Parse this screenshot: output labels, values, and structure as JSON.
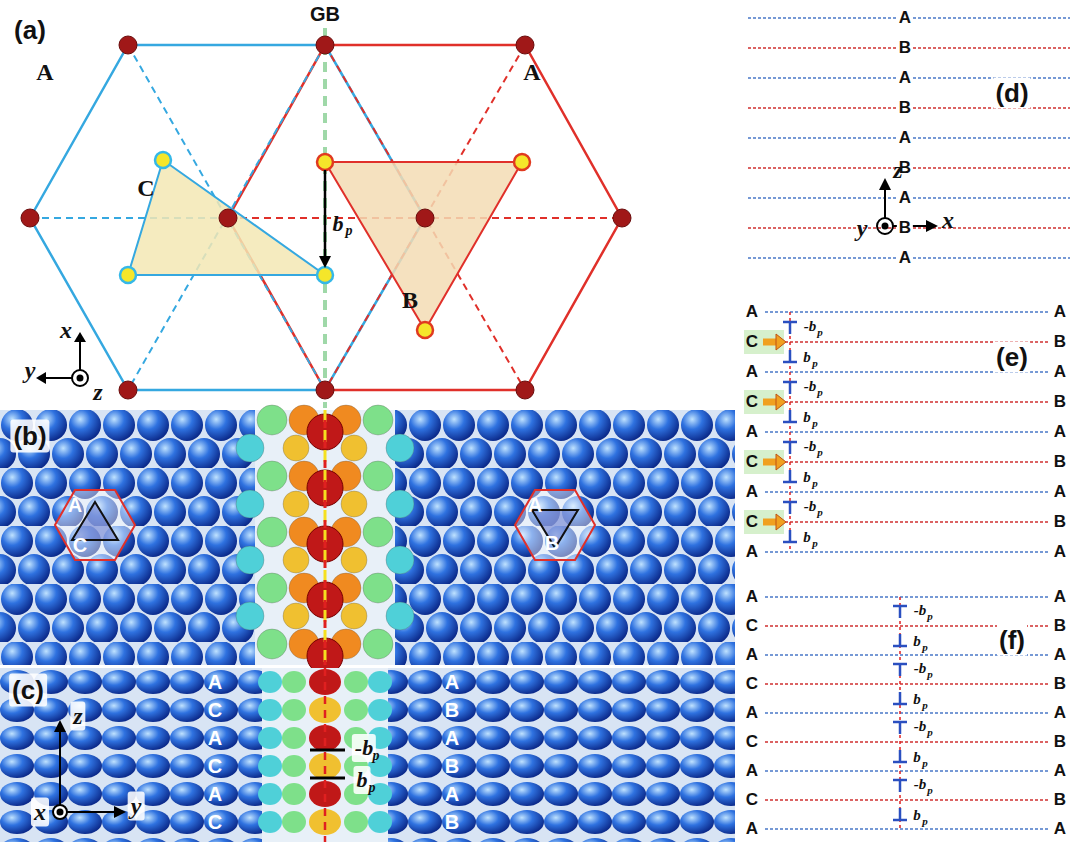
{
  "diagram": {
    "labels": [
      "(a)",
      "GB",
      "A",
      "C",
      "A",
      "b",
      "p",
      "B",
      "x",
      "y",
      "z",
      "(b)",
      "A",
      "C",
      "A",
      "B",
      "(c)",
      "A",
      "C",
      "A",
      "C",
      "A",
      "C",
      "A",
      "B",
      "A",
      "B",
      "A",
      "B",
      "-b",
      "p",
      "b",
      "p",
      "z",
      "x",
      "y",
      "A",
      "B",
      "A",
      "B",
      "A",
      "B",
      "A",
      "B",
      "A",
      "(d)",
      "z",
      "x",
      "y",
      "(e)",
      "A",
      "C",
      "A",
      "C",
      "A",
      "C",
      "A",
      "C",
      "A",
      "A",
      "B",
      "A",
      "B",
      "A",
      "B",
      "A",
      "B",
      "A",
      "-b",
      "p",
      "b",
      "p",
      "-b",
      "p",
      "b",
      "p",
      "-b",
      "p",
      "b",
      "p",
      "-b",
      "p",
      "b",
      "p",
      "(f)",
      "A",
      "C",
      "A",
      "C",
      "A",
      "C",
      "A",
      "C",
      "A",
      "A",
      "B",
      "A",
      "B",
      "A",
      "B",
      "A",
      "B",
      "A",
      "-b",
      "p",
      "b",
      "p",
      "-b",
      "p",
      "b",
      "p",
      "-b",
      "p",
      "b",
      "p",
      "-b",
      "p",
      "b",
      "p"
    ]
  }
}
